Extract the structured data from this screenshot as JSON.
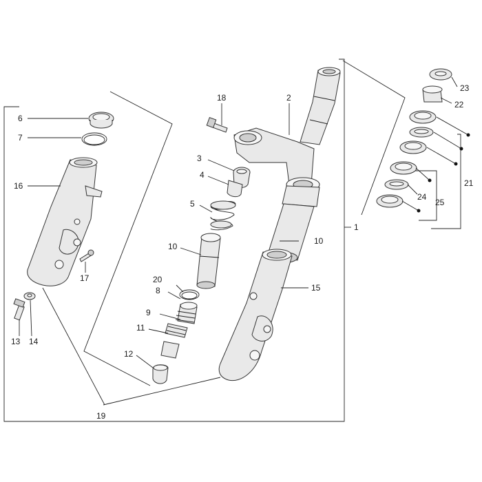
{
  "callouts": [
    {
      "id": "c1",
      "text": "1"
    },
    {
      "id": "c2",
      "text": "2"
    },
    {
      "id": "c3",
      "text": "3"
    },
    {
      "id": "c4",
      "text": "4"
    },
    {
      "id": "c5",
      "text": "5"
    },
    {
      "id": "c6",
      "text": "6"
    },
    {
      "id": "c7",
      "text": "7"
    },
    {
      "id": "c8",
      "text": "8"
    },
    {
      "id": "c9",
      "text": "9"
    },
    {
      "id": "c10a",
      "text": "10"
    },
    {
      "id": "c10b",
      "text": "10"
    },
    {
      "id": "c11",
      "text": "11"
    },
    {
      "id": "c12",
      "text": "12"
    },
    {
      "id": "c13",
      "text": "13"
    },
    {
      "id": "c14",
      "text": "14"
    },
    {
      "id": "c15",
      "text": "15"
    },
    {
      "id": "c16",
      "text": "16"
    },
    {
      "id": "c17",
      "text": "17"
    },
    {
      "id": "c18",
      "text": "18"
    },
    {
      "id": "c19",
      "text": "19"
    },
    {
      "id": "c20",
      "text": "20"
    },
    {
      "id": "c21",
      "text": "21"
    },
    {
      "id": "c22",
      "text": "22"
    },
    {
      "id": "c23",
      "text": "23"
    },
    {
      "id": "c24",
      "text": "24"
    },
    {
      "id": "c25",
      "text": "25"
    }
  ]
}
